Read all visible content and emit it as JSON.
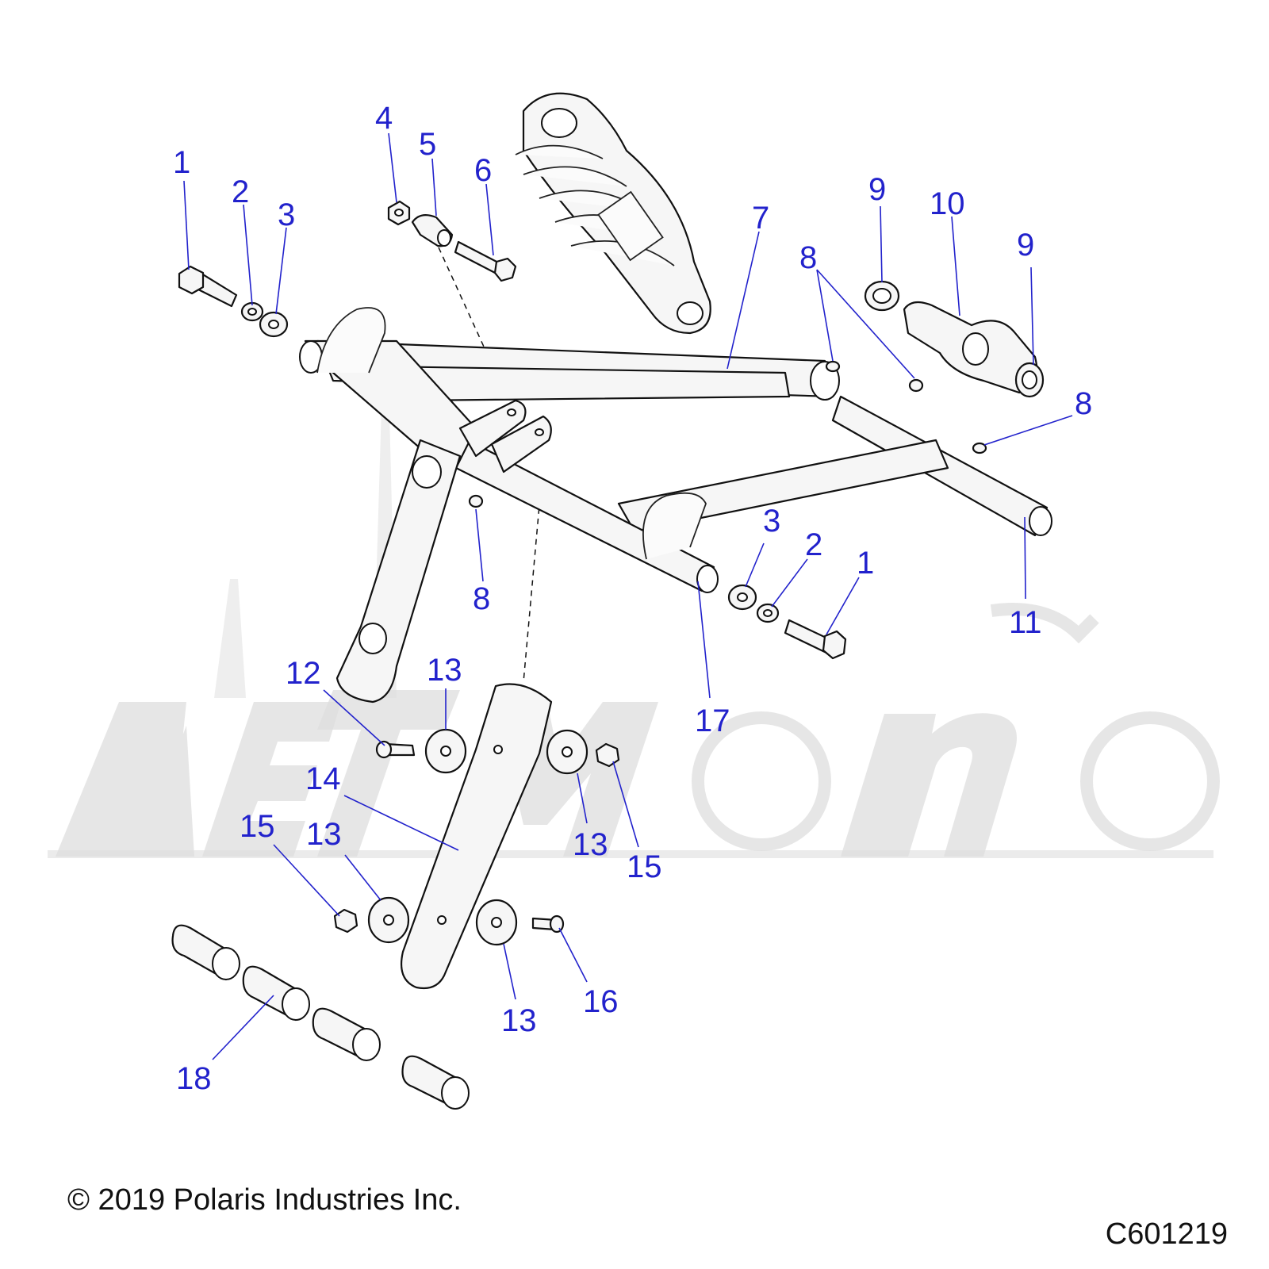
{
  "callouts": [
    {
      "id": "c1a",
      "text": "1"
    },
    {
      "id": "c2a",
      "text": "2"
    },
    {
      "id": "c3a",
      "text": "3"
    },
    {
      "id": "c4",
      "text": "4"
    },
    {
      "id": "c5",
      "text": "5"
    },
    {
      "id": "c6",
      "text": "6"
    },
    {
      "id": "c7",
      "text": "7"
    },
    {
      "id": "c8a",
      "text": "8"
    },
    {
      "id": "c9a",
      "text": "9"
    },
    {
      "id": "c10",
      "text": "10"
    },
    {
      "id": "c9b",
      "text": "9"
    },
    {
      "id": "c8b",
      "text": "8"
    },
    {
      "id": "c3b",
      "text": "3"
    },
    {
      "id": "c2b",
      "text": "2"
    },
    {
      "id": "c1b",
      "text": "1"
    },
    {
      "id": "c8c",
      "text": "8"
    },
    {
      "id": "c11",
      "text": "11"
    },
    {
      "id": "c17",
      "text": "17"
    },
    {
      "id": "c12",
      "text": "12"
    },
    {
      "id": "c13a",
      "text": "13"
    },
    {
      "id": "c14",
      "text": "14"
    },
    {
      "id": "c13b",
      "text": "13"
    },
    {
      "id": "c15a",
      "text": "15"
    },
    {
      "id": "c15b",
      "text": "15"
    },
    {
      "id": "c13c",
      "text": "13"
    },
    {
      "id": "c13d",
      "text": "13"
    },
    {
      "id": "c16",
      "text": "16"
    },
    {
      "id": "c18",
      "text": "18"
    }
  ],
  "footer": {
    "copyright": "© 2019 Polaris Industries Inc.",
    "drawing_number": "C601219"
  },
  "colors": {
    "callout": "#2222cc",
    "linework": "#111111",
    "watermark": "#dedede"
  }
}
